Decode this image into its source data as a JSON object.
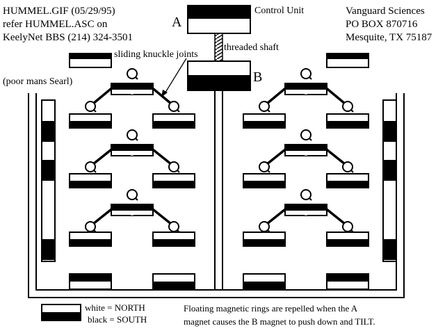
{
  "header": {
    "file_line": "HUMMEL.GIF (05/29/95)",
    "refer_line": "refer HUMMEL.ASC on",
    "bbs_line": "KeelyNet BBS (214) 324-3501"
  },
  "address": {
    "org": "Vanguard Sciences",
    "box": "PO BOX 870716",
    "city": "Mesquite, TX 75187"
  },
  "labels": {
    "control_unit": "Control Unit",
    "magnet_a": "A",
    "magnet_b": "B",
    "threaded_shaft": "threaded shaft",
    "knuckle_joints": "sliding knuckle joints",
    "searl_note": "(poor mans Searl)"
  },
  "legend": {
    "white": "white = NORTH",
    "black": "black = SOUTH"
  },
  "caption": {
    "line1": "Floating magnetic rings are repelled when the A",
    "line2": "magnet causes the B magnet to push down and TILT."
  },
  "colors": {
    "ink": "#000000",
    "paper": "#ffffff"
  }
}
